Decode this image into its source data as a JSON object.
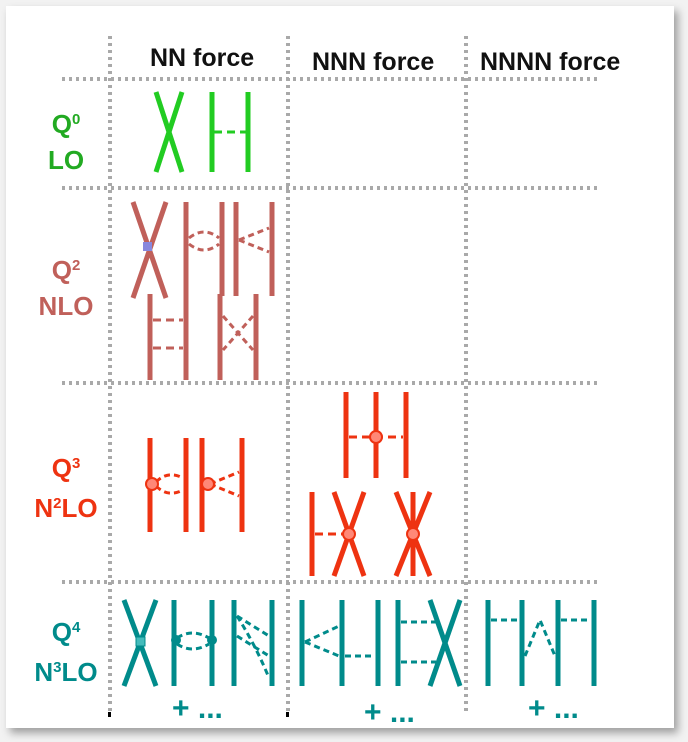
{
  "columns": {
    "nn": "NN force",
    "nnn": "NNN force",
    "nnnn": "NNNN force"
  },
  "rows": {
    "lo": {
      "q_base": "Q",
      "q_power": "0",
      "order_base": "LO",
      "color": "#22cc22"
    },
    "nlo": {
      "q_base": "Q",
      "q_power": "2",
      "order_base": "NLO",
      "color": "#c0605a"
    },
    "n2lo": {
      "q_base": "Q",
      "q_power": "3",
      "order_prefix": "N",
      "order_power": "2",
      "order_base": "LO",
      "color": "#ee3311"
    },
    "n3lo": {
      "q_base": "Q",
      "q_power": "4",
      "order_prefix": "N",
      "order_power": "3",
      "order_base": "LO",
      "color": "#008b8b"
    }
  },
  "continuation": {
    "nn": "+ ...",
    "nnn": "+ ...",
    "nnnn": "+ ..."
  },
  "colors": {
    "grid": "#a9a9a9",
    "vertex_fill_n2lo": "#ff8877",
    "vertex_fill_nlo": "#8888dd"
  }
}
